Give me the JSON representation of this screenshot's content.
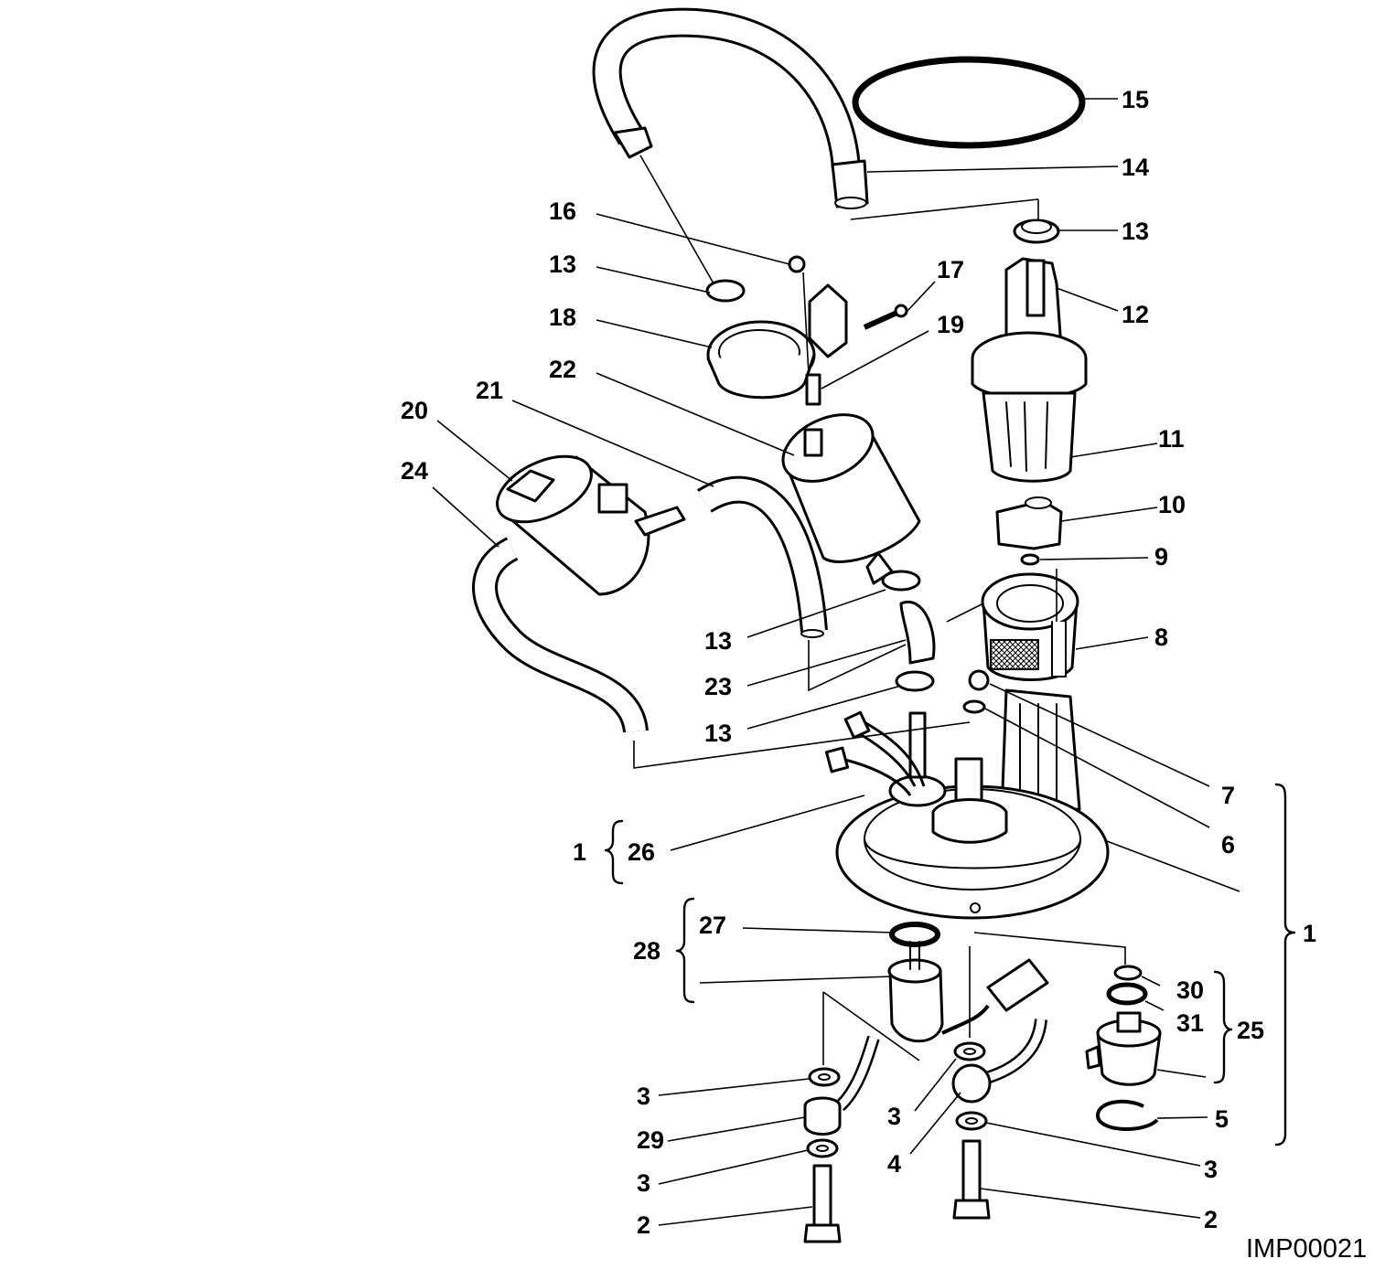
{
  "drawing": {
    "code": "IMP00021",
    "callouts": {
      "c1_left": "1",
      "c1_right": "1",
      "c2_left": "2",
      "c2_right": "2",
      "c3_a": "3",
      "c3_b": "3",
      "c3_c": "3",
      "c3_d": "3",
      "c4": "4",
      "c5": "5",
      "c6": "6",
      "c7": "7",
      "c8": "8",
      "c9": "9",
      "c10": "10",
      "c11": "11",
      "c12": "12",
      "c13_top": "13",
      "c13_left": "13",
      "c13_mid": "13",
      "c13_low": "13",
      "c14": "14",
      "c15": "15",
      "c16": "16",
      "c17": "17",
      "c18": "18",
      "c19": "19",
      "c20": "20",
      "c21": "21",
      "c22": "22",
      "c23": "23",
      "c24": "24",
      "c25": "25",
      "c26": "26",
      "c27": "27",
      "c28": "28",
      "c29": "29",
      "c30": "30",
      "c31": "31"
    }
  }
}
